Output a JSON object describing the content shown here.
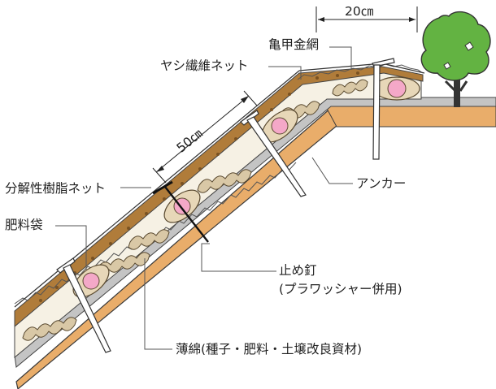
{
  "labels": {
    "wire_mesh": "亀甲金網",
    "palm_net": "ヤシ繊維ネット",
    "dimension_top": "20㎝",
    "dimension_slope": "50㎝",
    "bio_net": "分解性樹脂ネット",
    "fertilizer_bag": "肥料袋",
    "anchor": "アンカー",
    "nail_line1": "止め釘",
    "nail_line2": "(プラワッシャー併用)",
    "cotton": "薄綿(種子・肥料・土壌改良資材)"
  },
  "colors": {
    "soil": "#e9ad6a",
    "palm_fiber": "#b07c3a",
    "bag_fill": "#e7d7b8",
    "bag_pink": "#f4a8c8",
    "gray_band": "#c4c4c4",
    "tree_green": "#63b342",
    "trunk": "#333333"
  },
  "icons": [
    "tree-icon",
    "anchor-stake-icon",
    "nail-icon",
    "fertilizer-bag-icon"
  ]
}
